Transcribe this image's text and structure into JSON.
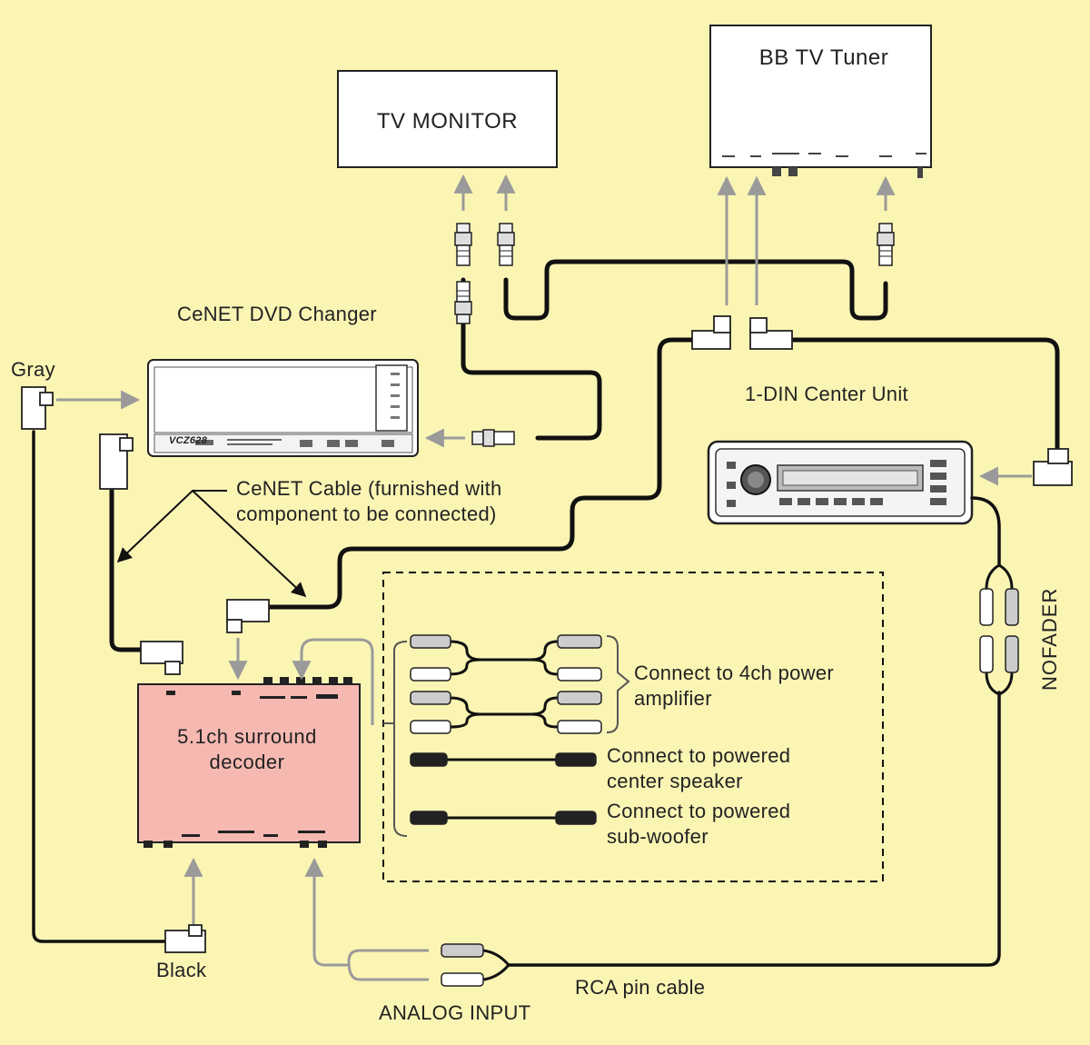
{
  "colors": {
    "background": "#fbf5b4",
    "decoder_fill": "#f6b9b2",
    "cable": "#111111",
    "arrow": "#9a9a9a"
  },
  "devices": {
    "tv_monitor": "TV MONITOR",
    "bb_tv_tuner": "BB TV Tuner",
    "dvd_changer": "CeNET DVD Changer",
    "dvd_model": "VCZ628",
    "center_unit": "1-DIN Center Unit",
    "decoder": "5.1ch surround decoder"
  },
  "labels": {
    "gray": "Gray",
    "black": "Black",
    "cenet_cable": "CeNET Cable (furnished with component to be connected)",
    "amp_4ch": "Connect to 4ch power amplifier",
    "center_speaker": "Connect to powered center speaker",
    "subwoofer": "Connect to powered sub-woofer",
    "nofader": "NOFADER",
    "rca_pin_cable": "RCA pin cable",
    "analog_input": "ANALOG INPUT"
  },
  "icons": [
    "rca-plug-icon",
    "din-plug-icon",
    "arrow-icon"
  ]
}
